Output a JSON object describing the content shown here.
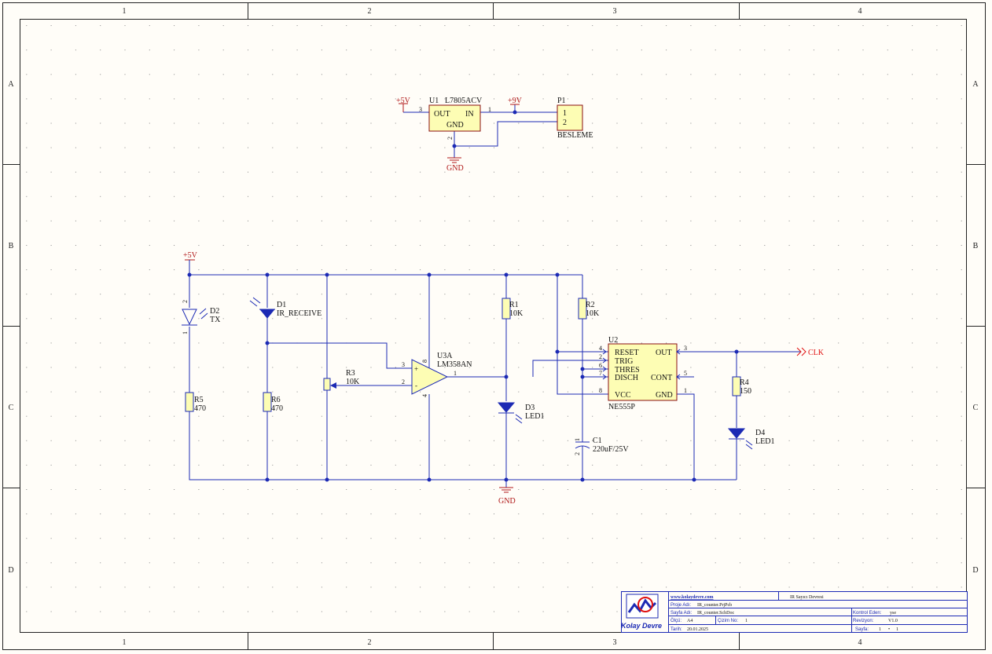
{
  "border": {
    "cols": [
      "1",
      "2",
      "3",
      "4"
    ],
    "rows": [
      "A",
      "B",
      "C",
      "D"
    ]
  },
  "power": {
    "u1": {
      "ref": "U1",
      "value": "L7805ACV",
      "pin_out": "OUT",
      "pin_in": "IN",
      "pin_gnd": "GND",
      "pin3": "3",
      "pin1": "1",
      "pin2": "2"
    },
    "p1": {
      "ref": "P1",
      "value": "BESLEME",
      "pin1": "1",
      "pin2": "2"
    },
    "rail_5v": "+5V",
    "rail_9v": "+9V",
    "gnd": "GND"
  },
  "circuit": {
    "vcc": "+5V",
    "gnd": "GND",
    "d2": {
      "ref": "D2",
      "value": "TX",
      "pin2": "2",
      "pin1": "1"
    },
    "d1": {
      "ref": "D1",
      "value": "IR_RECEIVE"
    },
    "r5": {
      "ref": "R5",
      "value": "470"
    },
    "r6": {
      "ref": "R6",
      "value": "470"
    },
    "r3": {
      "ref": "R3",
      "value": "10K"
    },
    "u3a": {
      "ref": "U3A",
      "value": "LM358AN",
      "plus": "+",
      "minus": "-",
      "p3": "3",
      "p2": "2",
      "p1": "1",
      "p8": "8",
      "p4": "4"
    },
    "r1": {
      "ref": "R1",
      "value": "10K"
    },
    "r2": {
      "ref": "R2",
      "value": "10K"
    },
    "d3": {
      "ref": "D3",
      "value": "LED1"
    },
    "c1": {
      "ref": "C1",
      "value": "220uF/25V",
      "p1": "1",
      "p2": "2"
    },
    "u2": {
      "ref": "U2",
      "value": "NE555P",
      "reset": "RESET",
      "trig": "TRIG",
      "thres": "THRES",
      "disch": "DISCH",
      "vcc": "VCC",
      "out": "OUT",
      "cont": "CONT",
      "gnd": "GND",
      "p4": "4",
      "p2": "2",
      "p6": "6",
      "p7": "7",
      "p8": "8",
      "p3": "3",
      "p5": "5",
      "p1": "1"
    },
    "r4": {
      "ref": "R4",
      "value": "150"
    },
    "d4": {
      "ref": "D4",
      "value": "LED1"
    },
    "clk": "CLK"
  },
  "title_block": {
    "website": "www.kolaydevre.com",
    "project_title": "IR Sayıcı Devresi",
    "proje_adi_label": "Proje Adı:",
    "proje_adi": "IR_counter.PrjPcb",
    "sayfa_adi_label": "Sayfa Adı:",
    "sayfa_adi": "IR_counter.SchDoc",
    "kontrol_label": "Kontrol Eden:",
    "kontrol": "yse",
    "olcu_label": "Ölçü:",
    "olcu": "A4",
    "cizim_label": "Çizim No:",
    "cizim": "1",
    "revizyon_label": "Revizyon:",
    "revizyon": "V1.0",
    "tarih_label": "Tarih:",
    "tarih": "20.01.2025",
    "sayfa_label": "Sayfa:",
    "sayfa": "1",
    "sayfa_sep": "•",
    "sayfa_total": "1",
    "logo_text": "Kolay Devre"
  },
  "colors": {
    "background": "#fffdf8",
    "wire": "#1c2ab4",
    "component_fill": "#fdfdb4",
    "component_outline": "#8a1010",
    "power_label": "#b01818",
    "net_label": "#e01010",
    "border": "#222222"
  }
}
